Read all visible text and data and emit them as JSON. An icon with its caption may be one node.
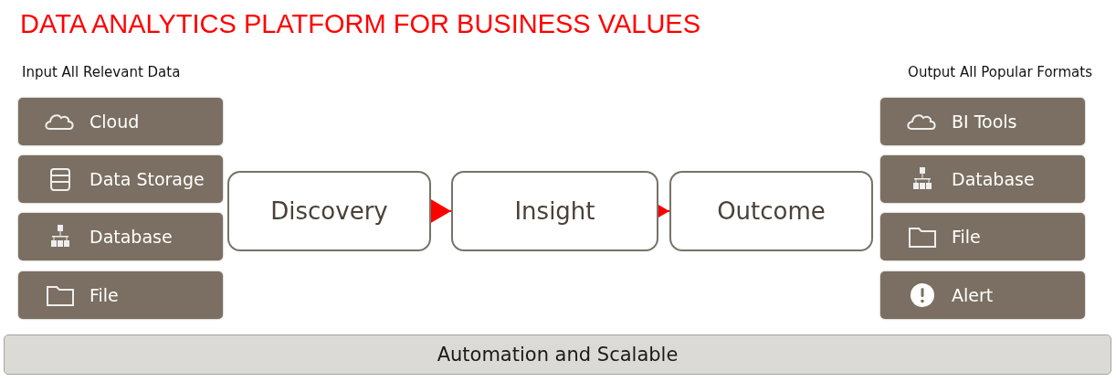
{
  "diagram": {
    "title": "DATA ANALYTICS PLATFORM FOR BUSINESS VALUES",
    "nodes": [
      {
        "text": [
          "Cloud"
        ]
      },
      {
        "text": [
          "Data Storage"
        ]
      },
      {
        "text": [
          "Database"
        ]
      },
      {
        "text": [
          "File"
        ]
      },
      {
        "text": [
          "Discovery"
        ]
      },
      {
        "text": [
          "Insight"
        ]
      },
      {
        "text": [
          "Outcome"
        ]
      },
      {
        "text": [
          "BI Tools"
        ]
      },
      {
        "text": [
          "Database"
        ]
      },
      {
        "text": [
          "File"
        ]
      },
      {
        "text": [
          "Alert"
        ]
      },
      {
        "text": [
          "Automation and Scalable"
        ]
      }
    ],
    "edges": [
      {
        "from": 4,
        "to": 5,
        "arrow": "to"
      },
      {
        "from": 5,
        "to": 6,
        "arrow": "to"
      }
    ],
    "labels": [
      "Input All Relevant Data",
      "Output All Popular Formats"
    ]
  }
}
